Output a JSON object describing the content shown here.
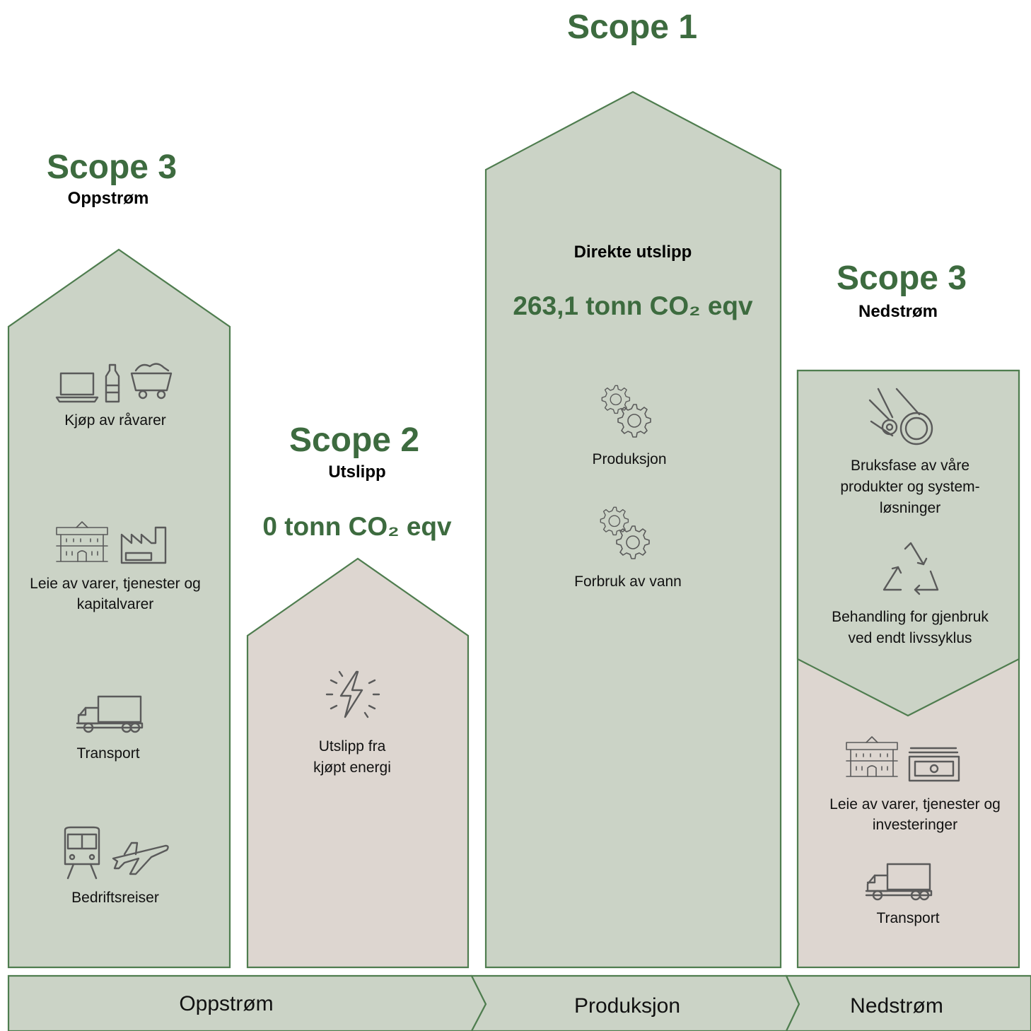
{
  "scope1": {
    "title": "Scope 1",
    "heading": "Direkte utslipp",
    "value": "263,1 tonn CO₂ eqv",
    "items": [
      {
        "label": "Produksjon",
        "icon": "gears-icon"
      },
      {
        "label": "Forbruk av vann",
        "icon": "gears-icon"
      }
    ]
  },
  "scope2": {
    "title": "Scope 2",
    "subtitle": "Utslipp",
    "value": "0 tonn CO₂ eqv",
    "items": [
      {
        "label_lines": [
          "Utslipp fra",
          "kjøpt energi"
        ],
        "icon": "lightning-icon"
      }
    ]
  },
  "scope3_up": {
    "title": "Scope 3",
    "subtitle": "Oppstrøm",
    "items": [
      {
        "label_lines": [
          "Kjøp av råvarer"
        ],
        "icons": [
          "laptop-icon",
          "bottle-icon",
          "mine-cart-icon"
        ]
      },
      {
        "label_lines": [
          "Leie av varer, tjenester og",
          "kapitalvarer"
        ],
        "icons": [
          "building-icon",
          "factory-icon"
        ]
      },
      {
        "label_lines": [
          "Transport"
        ],
        "icons": [
          "truck-icon"
        ]
      },
      {
        "label_lines": [
          "Bedriftsreiser"
        ],
        "icons": [
          "train-icon",
          "airplane-icon"
        ]
      }
    ]
  },
  "scope3_down": {
    "title": "Scope 3",
    "subtitle": "Nedstrøm",
    "items": [
      {
        "label_lines": [
          "Bruksfase av våre",
          "produkter og system-",
          "løsninger"
        ],
        "icons": [
          "pipes-icon"
        ]
      },
      {
        "label_lines": [
          "Behandling for gjenbruk",
          "ved endt livssyklus"
        ],
        "icons": [
          "recycle-icon"
        ]
      },
      {
        "label_lines": [
          "Leie av varer, tjenester og",
          "investeringer"
        ],
        "icons": [
          "building-icon",
          "money-icon"
        ]
      },
      {
        "label_lines": [
          "Transport"
        ],
        "icons": [
          "truck-icon"
        ]
      }
    ]
  },
  "band": {
    "segments": [
      "Oppstrøm",
      "Produksjon",
      "Nedstrøm"
    ]
  },
  "colors": {
    "green_fill": "#cbd3c6",
    "green_stroke": "#4f7d4f",
    "beige_fill": "#ddd6d0",
    "title_green": "#3d6b3f"
  }
}
